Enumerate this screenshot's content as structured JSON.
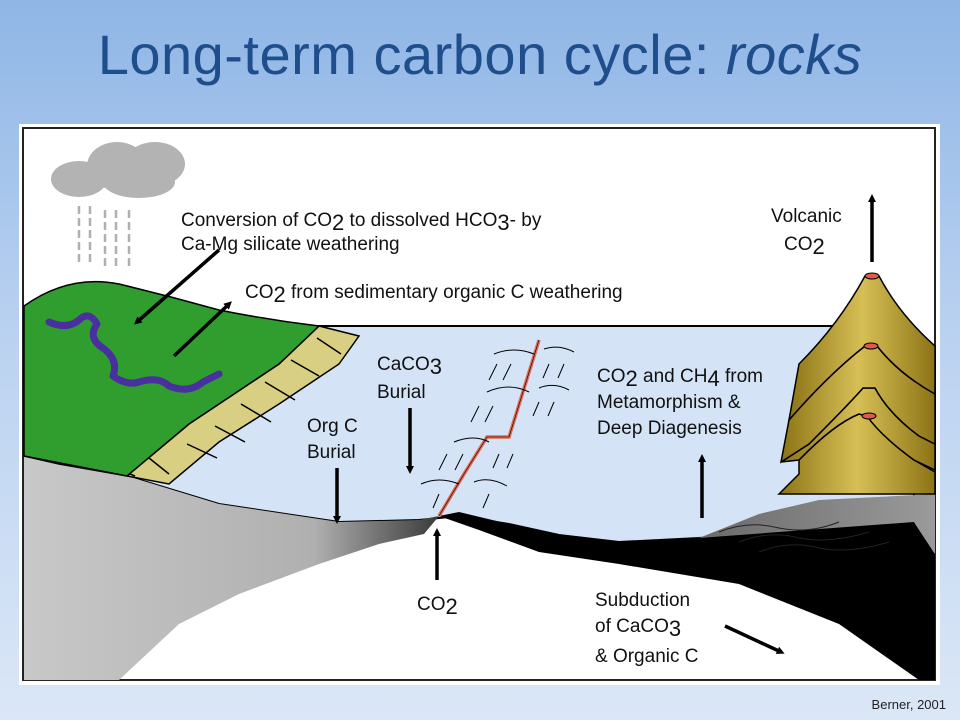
{
  "title": {
    "main": "Long-term carbon cycle: ",
    "italic": "rocks"
  },
  "labels": {
    "silicate_line1": [
      "Conversion of CO",
      "2",
      " to dissolved HCO",
      "3",
      "- by"
    ],
    "silicate_line2": "Ca-Mg silicate weathering",
    "sed_org": [
      "CO",
      "2",
      " from sedimentary organic C weathering"
    ],
    "volcanic_line1": "Volcanic",
    "volcanic_line2": [
      "CO",
      "2"
    ],
    "caco3_line1": [
      "CaCO",
      "3"
    ],
    "caco3_line2": "Burial",
    "orgc_line1": "Org C",
    "orgc_line2": "Burial",
    "meta_line1": [
      "CO",
      "2",
      " and CH",
      "4",
      " from"
    ],
    "meta_line2": "Metamorphism &",
    "meta_line3": "Deep Diagenesis",
    "ridge": [
      "CO",
      "2"
    ],
    "subduction_line1": "Subduction",
    "subduction_line2": [
      "of CaCO",
      "3"
    ],
    "subduction_line3": "& Organic C"
  },
  "citation": "Berner, 2001",
  "colors": {
    "title": "#1f4e8c",
    "land": "#2f9e2f",
    "ocean": "#d4e3f5",
    "sediment": "#d8cf82",
    "river": "#4a2f9e",
    "volcano": "#b79a2c",
    "ridge_line": "#e36a52"
  }
}
